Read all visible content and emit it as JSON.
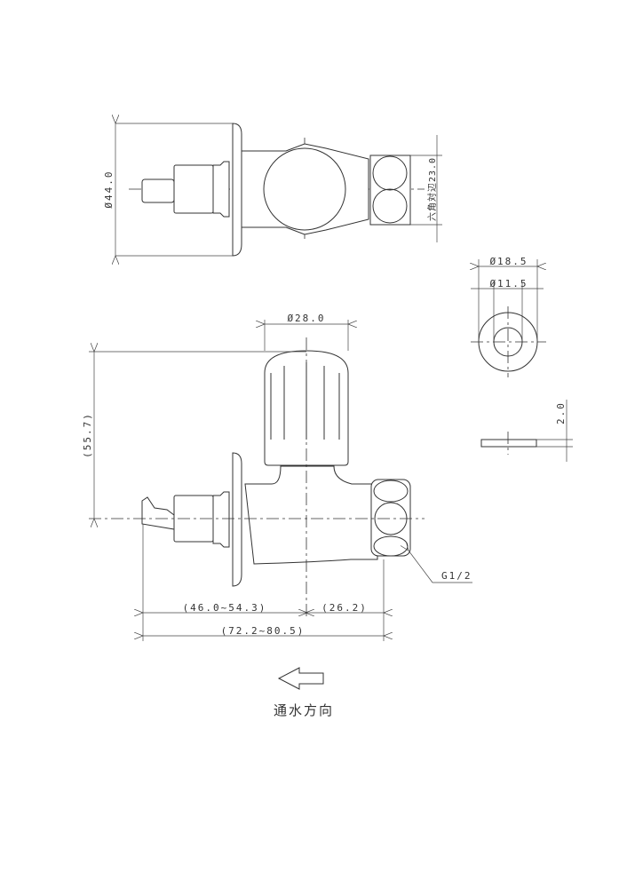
{
  "top_view": {
    "diameter_label": "Ø44.0",
    "hex_label": "六角対辺23.0"
  },
  "side_view": {
    "knob_diameter_label": "Ø28.0",
    "height_label": "(55.7)",
    "inlet_length_label": "(46.0~54.3)",
    "outlet_length_label": "(26.2)",
    "total_length_label": "(72.2~80.5)",
    "thread_label": "G1/2"
  },
  "washer": {
    "outer_label": "Ø18.5",
    "inner_label": "Ø11.5",
    "thickness_label": "2.0"
  },
  "flow": {
    "label": "通水方向"
  }
}
